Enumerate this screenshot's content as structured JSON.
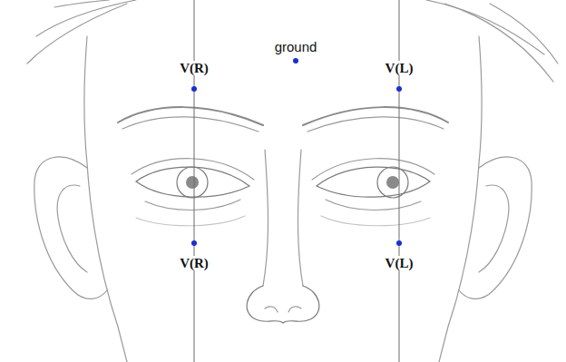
{
  "diagram": {
    "labels": [
      "ground",
      "V(R)",
      "V(L)",
      "V(R)",
      "V(L)"
    ]
  }
}
